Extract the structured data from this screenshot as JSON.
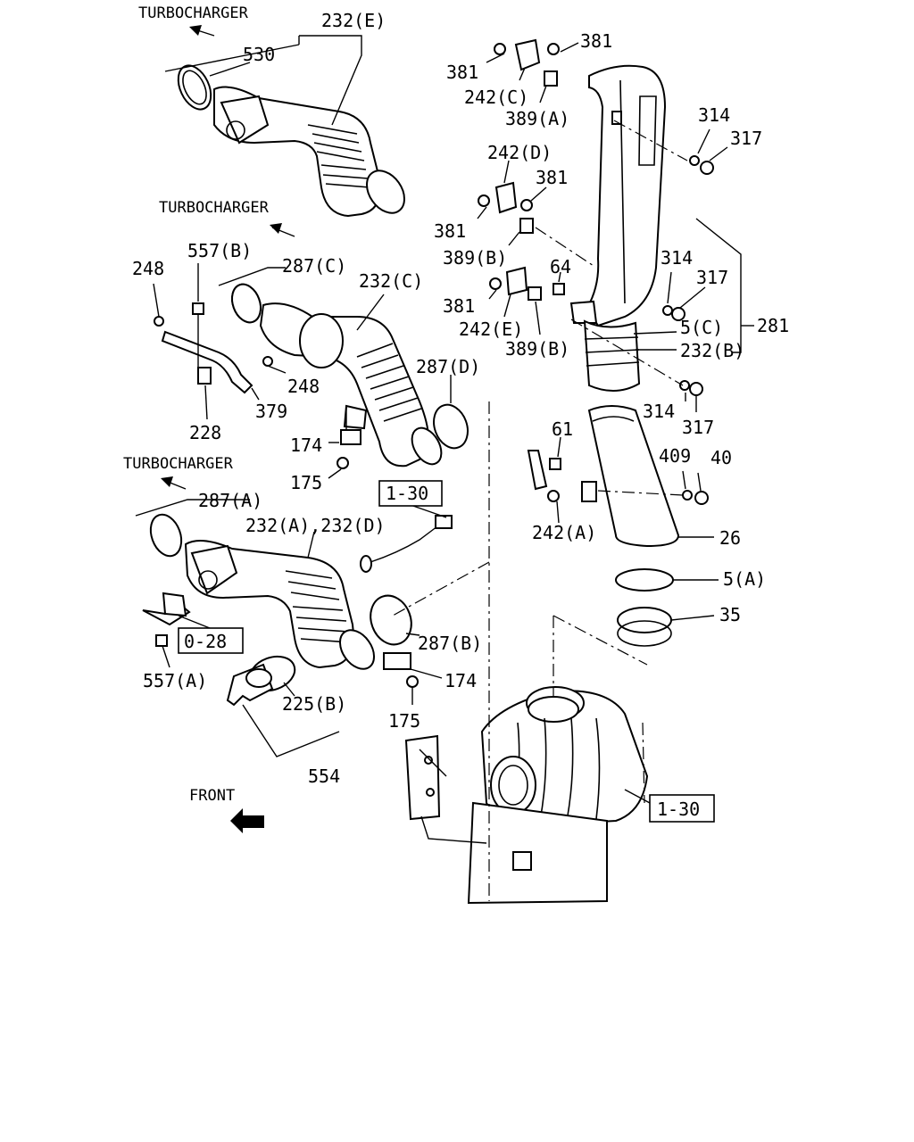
{
  "refs": {
    "turbo_top": "TURBOCHARGER",
    "turbo_mid": "TURBOCHARGER",
    "turbo_low": "TURBOCHARGER",
    "front": "FRONT",
    "ref_1_30_mid": "1-30",
    "ref_1_30_low": "1-30",
    "ref_0_28": "0-28"
  },
  "labels": {
    "p232e": "232(E)",
    "p530": "530",
    "p557b": "557(B)",
    "p287c": "287(C)",
    "p232c": "232(C)",
    "p248a": "248",
    "p248b": "248",
    "p379": "379",
    "p228": "228",
    "p287d": "287(D)",
    "p174a": "174",
    "p175a": "175",
    "p287a": "287(A)",
    "p232ad": "232(A),232(D)",
    "p557a": "557(A)",
    "p287b": "287(B)",
    "p174b": "174",
    "p175b": "175",
    "p225b": "225(B)",
    "p554": "554",
    "p381a": "381",
    "p381b": "381",
    "p242c": "242(C)",
    "p389a": "389(A)",
    "p242d": "242(D)",
    "p381c": "381",
    "p381d": "381",
    "p389b1": "389(B)",
    "p64": "64",
    "p381e": "381",
    "p242e": "242(E)",
    "p389b2": "389(B)",
    "p314a": "314",
    "p317a": "317",
    "p314b": "314",
    "p317b": "317",
    "p5c": "5(C)",
    "p281": "281",
    "p232b": "232(B)",
    "p314c": "314",
    "p317c": "317",
    "p61": "61",
    "p409": "409",
    "p40": "40",
    "p242a": "242(A)",
    "p26": "26",
    "p5a": "5(A)",
    "p35": "35"
  }
}
